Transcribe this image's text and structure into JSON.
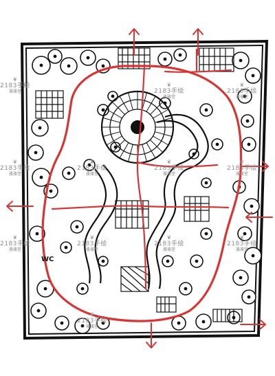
{
  "plan": {
    "wc_label": "WC",
    "colors": {
      "ink": "#111111",
      "path": "#d83434",
      "paper": "#ffffff",
      "watermark": "#8d8d8d"
    }
  },
  "watermarks": [
    {
      "brand": "2183手绘",
      "studio": "雅雅堂"
    },
    {
      "brand": "2183手绘",
      "studio": "雅雅堂"
    },
    {
      "brand": "2183手绘",
      "studio": "雅雅堂"
    },
    {
      "brand": "2183手绘",
      "studio": "雅雅堂"
    },
    {
      "brand": "2183手绘",
      "studio": "雅雅堂"
    },
    {
      "brand": "2183手绘",
      "studio": "雅雅堂"
    },
    {
      "brand": "2183手绘",
      "studio": "雅雅堂"
    },
    {
      "brand": "2183手绘",
      "studio": "雅雅堂"
    },
    {
      "brand": "2183手绘",
      "studio": "雅雅堂"
    },
    {
      "brand": "2183手绘",
      "studio": "雅雅堂"
    },
    {
      "brand": "2183手绘",
      "studio": "雅雅堂"
    },
    {
      "brand": "2183手绘",
      "studio": "雅雅堂"
    }
  ]
}
